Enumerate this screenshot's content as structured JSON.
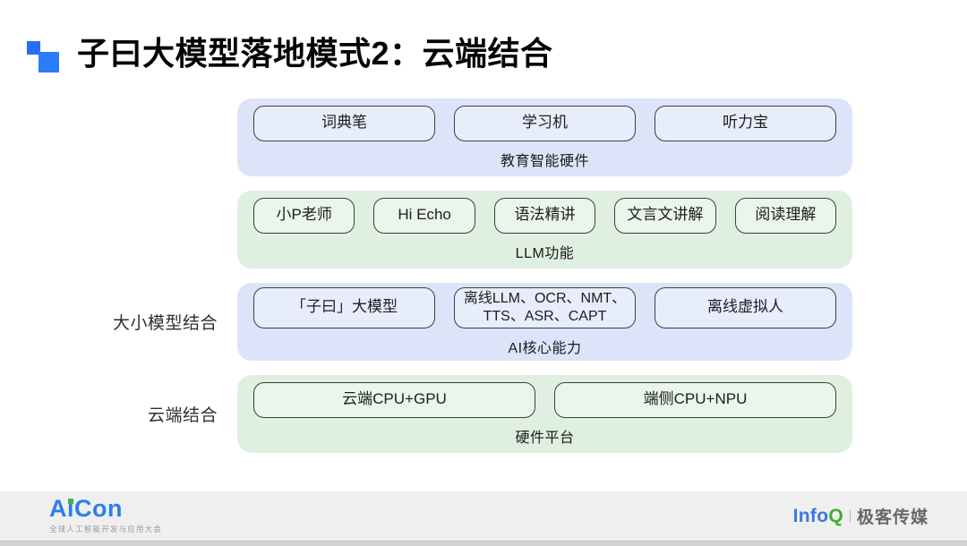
{
  "slide": {
    "title": "子曰大模型落地模式2：云端结合"
  },
  "rows": [
    {
      "theme": "blue",
      "side_label": "",
      "label": "教育智能硬件",
      "pills": [
        {
          "lines": [
            "词典笔"
          ]
        },
        {
          "lines": [
            "学习机"
          ]
        },
        {
          "lines": [
            "听力宝"
          ]
        }
      ]
    },
    {
      "theme": "green",
      "side_label": "",
      "label": "LLM功能",
      "pills": [
        {
          "lines": [
            "小P老师"
          ]
        },
        {
          "lines": [
            "Hi Echo"
          ]
        },
        {
          "lines": [
            "语法精讲"
          ]
        },
        {
          "lines": [
            "文言文讲解"
          ]
        },
        {
          "lines": [
            "阅读理解"
          ]
        }
      ]
    },
    {
      "theme": "blue",
      "side_label": "大小模型结合",
      "label": "AI核心能力",
      "pills": [
        {
          "lines": [
            "「子曰」大模型"
          ]
        },
        {
          "lines": [
            "离线LLM、OCR、NMT、",
            "TTS、ASR、CAPT"
          ]
        },
        {
          "lines": [
            "离线虚拟人"
          ]
        }
      ]
    },
    {
      "theme": "green",
      "side_label": "云端结合",
      "label": "硬件平台",
      "pills": [
        {
          "lines": [
            "云端CPU+GPU"
          ]
        },
        {
          "lines": [
            "端侧CPU+NPU"
          ]
        }
      ]
    }
  ],
  "footer": {
    "aicon": {
      "text": "AiCon",
      "subtext": "全球人工智能开发与应用大会"
    },
    "infoq": {
      "info": "Info",
      "q": "Q",
      "media": "极客传媒"
    }
  },
  "colors": {
    "accent_blue": "#2b7cf9",
    "band_blue": "#dde4f9",
    "pill_blue": "#e8edfc",
    "band_green": "#dff0e1",
    "pill_green": "#eaf5eb",
    "aicon_blue": "#2c7ee8",
    "aicon_green": "#3db24c",
    "infoq_blue": "#3b77e0",
    "infoq_green": "#3daf2c"
  }
}
